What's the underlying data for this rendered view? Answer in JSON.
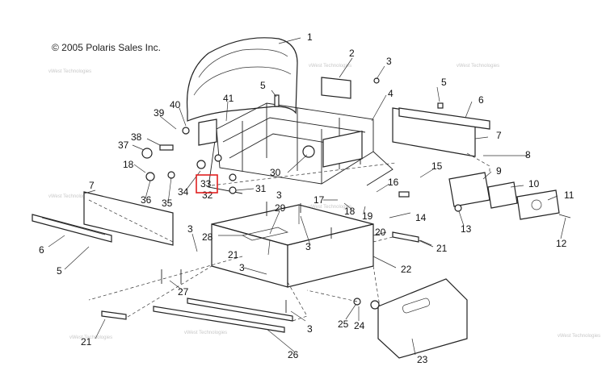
{
  "copyright": "© 2005 Polaris Sales Inc.",
  "watermark": "vWest Technologies",
  "highlight": {
    "label": "33",
    "color": "#e02020"
  },
  "callouts": [
    "1",
    "2",
    "3",
    "4",
    "5",
    "5",
    "6",
    "7",
    "8",
    "9",
    "10",
    "11",
    "12",
    "13",
    "14",
    "15",
    "16",
    "17",
    "18",
    "19",
    "20",
    "21",
    "22",
    "23",
    "24",
    "25",
    "26",
    "27",
    "28",
    "29",
    "30",
    "31",
    "32",
    "33",
    "34",
    "35",
    "36",
    "37",
    "38",
    "39",
    "40",
    "41",
    "3",
    "3",
    "3",
    "3",
    "3",
    "5",
    "6",
    "7",
    "18",
    "21",
    "21"
  ]
}
